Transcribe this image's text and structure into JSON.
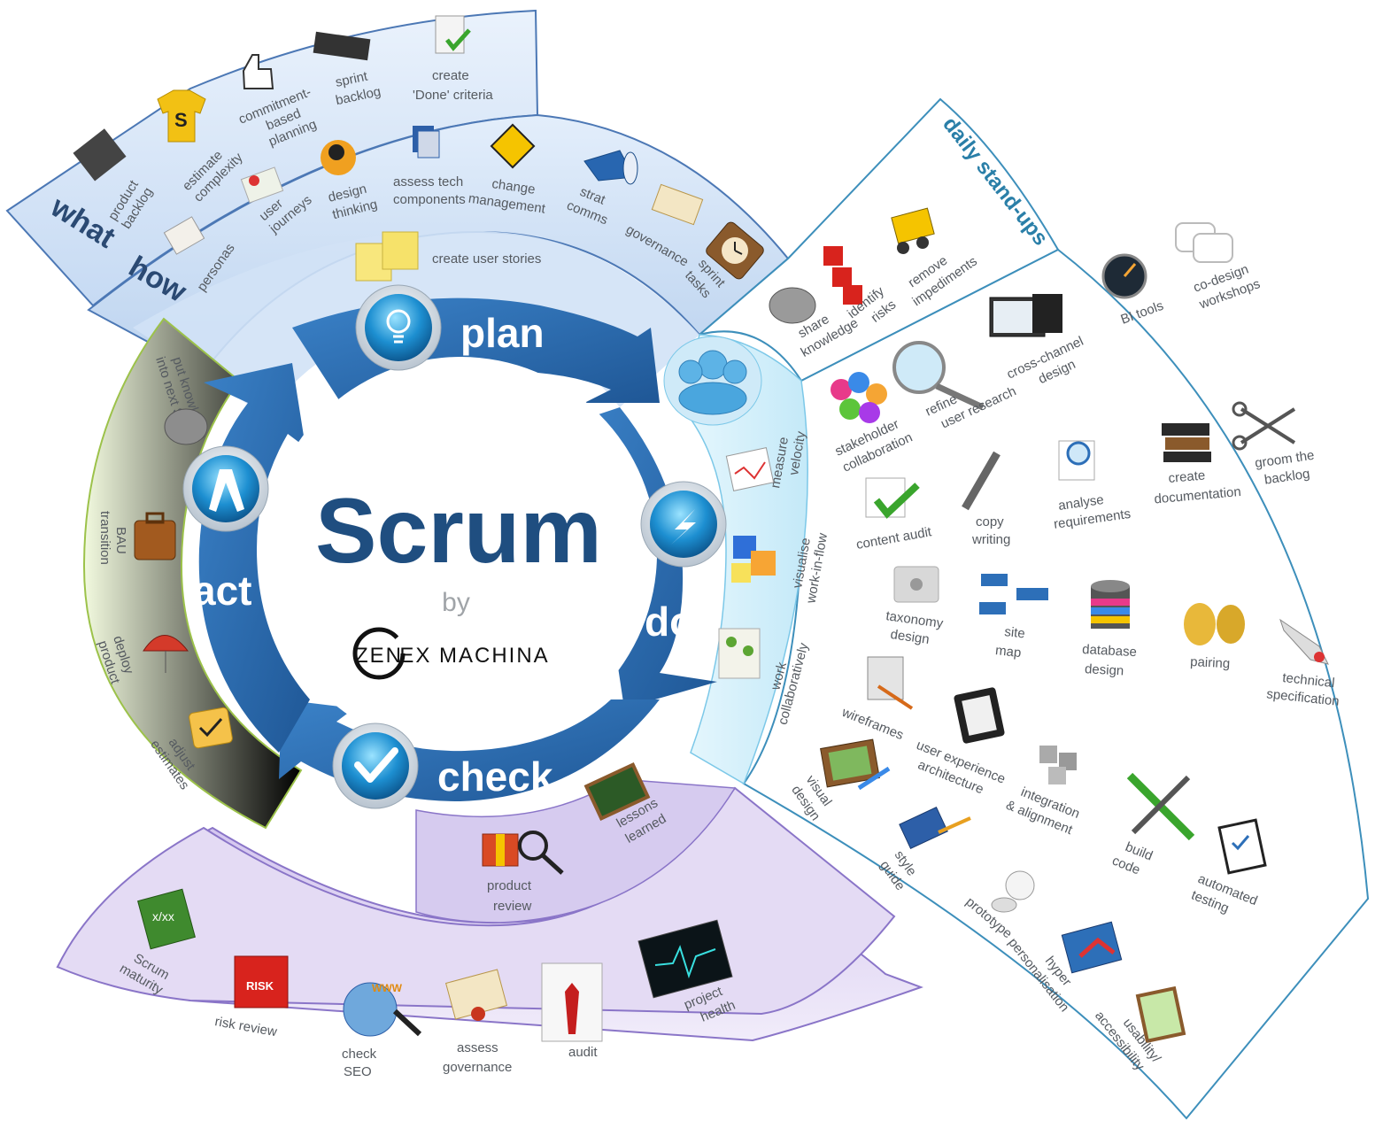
{
  "center": {
    "title": "Scrum",
    "by": "by",
    "brand_left": "ZEN",
    "brand_right": "EX MACHINA"
  },
  "phases": {
    "plan": "plan",
    "do": "do",
    "check": "check",
    "act": "act"
  },
  "rings": {
    "what": "what",
    "how": "how",
    "daily": "daily stand-ups"
  },
  "what_items": [
    {
      "l1": "product",
      "l2": "backlog"
    },
    {
      "l1": "estimate",
      "l2": "complexity"
    },
    {
      "l1": "commitment-",
      "l2": "based",
      "l3": "planning"
    },
    {
      "l1": "sprint",
      "l2": "backlog"
    },
    {
      "l1": "create",
      "l2": "'Done' criteria"
    }
  ],
  "how_items": [
    {
      "l1": "personas"
    },
    {
      "l1": "user",
      "l2": "journeys"
    },
    {
      "l1": "design",
      "l2": "thinking"
    },
    {
      "l1": "assess tech",
      "l2": "components"
    },
    {
      "l1": "change",
      "l2": "management"
    },
    {
      "l1": "strat",
      "l2": "comms"
    },
    {
      "l1": "governance"
    },
    {
      "l1": "sprint",
      "l2": "tasks"
    }
  ],
  "plan_inner": {
    "l1": "create user stories"
  },
  "act_items": [
    {
      "l1": "put knowledge",
      "l2": "into next Sprint"
    },
    {
      "l1": "BAU",
      "l2": "transition"
    },
    {
      "l1": "deploy",
      "l2": "product"
    },
    {
      "l1": "adjust",
      "l2": "estimates"
    }
  ],
  "do_inner": [
    {
      "l1": "measure",
      "l2": "velocity"
    },
    {
      "l1": "visualise",
      "l2": "work-in-flow"
    },
    {
      "l1": "work",
      "l2": "collaboratively"
    }
  ],
  "check_inner": [
    {
      "l1": "product",
      "l2": "review"
    },
    {
      "l1": "lessons",
      "l2": "learned"
    }
  ],
  "check_outer": [
    {
      "l1": "Scrum",
      "l2": "maturity"
    },
    {
      "l1": "risk review"
    },
    {
      "l1": "check",
      "l2": "SEO"
    },
    {
      "l1": "assess",
      "l2": "governance"
    },
    {
      "l1": "audit"
    },
    {
      "l1": "project",
      "l2": "health"
    }
  ],
  "standup_items": [
    {
      "l1": "share",
      "l2": "knowledge"
    },
    {
      "l1": "identify",
      "l2": "risks"
    },
    {
      "l1": "remove",
      "l2": "impediments"
    }
  ],
  "do_outer": [
    {
      "l1": "BI tools"
    },
    {
      "l1": "co-design",
      "l2": "workshops"
    },
    {
      "l1": "cross-channel",
      "l2": "design"
    },
    {
      "l1": "refine",
      "l2": "user research"
    },
    {
      "l1": "stakeholder",
      "l2": "collaboration"
    },
    {
      "l1": "content audit"
    },
    {
      "l1": "copy",
      "l2": "writing"
    },
    {
      "l1": "analyse",
      "l2": "requirements"
    },
    {
      "l1": "create",
      "l2": "documentation"
    },
    {
      "l1": "groom the",
      "l2": "backlog"
    },
    {
      "l1": "taxonomy",
      "l2": "design"
    },
    {
      "l1": "site",
      "l2": "map"
    },
    {
      "l1": "database",
      "l2": "design"
    },
    {
      "l1": "pairing"
    },
    {
      "l1": "technical",
      "l2": "specification"
    },
    {
      "l1": "wireframes"
    },
    {
      "l1": "user experience",
      "l2": "architecture"
    },
    {
      "l1": "integration",
      "l2": "& alignment"
    },
    {
      "l1": "build",
      "l2": "code"
    },
    {
      "l1": "automated",
      "l2": "testing"
    },
    {
      "l1": "visual",
      "l2": "design"
    },
    {
      "l1": "style",
      "l2": "guide"
    },
    {
      "l1": "prototype"
    },
    {
      "l1": "hyper",
      "l2": "personalisation"
    },
    {
      "l1": "usability/",
      "l2": "accessibility"
    }
  ],
  "colors": {
    "arrow": "#2e6fb8",
    "arrow_dark": "#1f5796",
    "title": "#1f4e80",
    "plan_band": "#dbe7f7",
    "act_band": "#e8f5c8",
    "check_band": "#ddd3f1",
    "do_band": "#d6f0fb"
  }
}
